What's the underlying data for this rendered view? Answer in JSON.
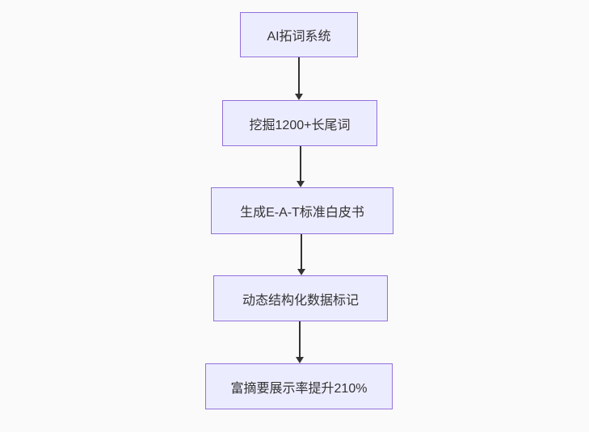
{
  "diagram": {
    "type": "flowchart",
    "direction": "top-down",
    "nodes": [
      {
        "label": "AI拓词系统"
      },
      {
        "label": "挖掘1200+长尾词"
      },
      {
        "label": "生成E-A-T标准白皮书"
      },
      {
        "label": "动态结构化数据标记"
      },
      {
        "label": "富摘要展示率提升210%"
      }
    ],
    "edges": [
      {
        "from": 0,
        "to": 1
      },
      {
        "from": 1,
        "to": 2
      },
      {
        "from": 2,
        "to": 3
      },
      {
        "from": 3,
        "to": 4
      }
    ],
    "colors": {
      "background": "#fafafa",
      "node_fill": "#ECECFF",
      "node_border": "#9370DB",
      "text": "#333333",
      "arrow": "#333333"
    }
  }
}
